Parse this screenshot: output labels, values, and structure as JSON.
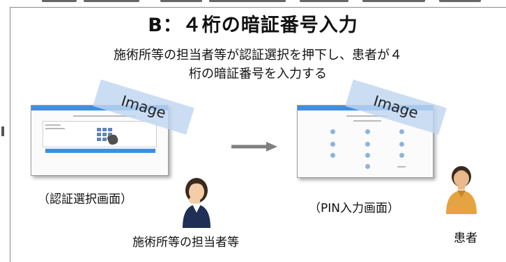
{
  "title": "B：４桁の暗証番号入力",
  "description": {
    "line1": "施術所等の担当者等が認証選択を押下し、患者が４",
    "line2": "桁の暗証番号を入力する"
  },
  "screens": {
    "auth": {
      "image_label": "Image",
      "caption": "（認証選択画面）"
    },
    "pin": {
      "image_label": "Image",
      "caption": "（PIN入力画面）"
    }
  },
  "actors": {
    "staff": "施術所等の担当者等",
    "patient": "患者"
  },
  "colors": {
    "accent_blue": "#3f8fe0",
    "image_tag": "#bed5f0",
    "arrow": "#7f7f7f",
    "patient_clothing": "#e6a341"
  },
  "icons": {
    "staff": "staff-person-icon",
    "patient": "patient-person-icon",
    "arrow": "arrow-right-icon"
  }
}
